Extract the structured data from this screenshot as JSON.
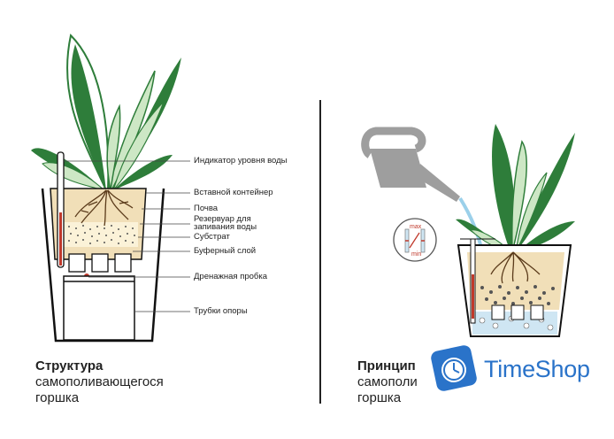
{
  "left_panel": {
    "caption_bold": "Структура",
    "caption_line2": "самополивающегося",
    "caption_line3": "горшка",
    "labels": [
      "Индикатор уровня воды",
      "Вставной контейнер",
      "Почва",
      "Резервуар для",
      "запивания воды",
      "Субстрат",
      "Буферный слой",
      "Дренажная пробка",
      "Трубки опоры"
    ]
  },
  "right_panel": {
    "caption_bold": "Принцип",
    "caption_line2": "самополи",
    "caption_line3": "горшка",
    "gauge_max": "max",
    "gauge_min": "min"
  },
  "brand": {
    "name": "TimeShop",
    "color": "#2a73c9"
  },
  "colors": {
    "leaf": "#2e7d3a",
    "leaf_light": "#cde7c5",
    "soil": "#f1dfb8",
    "water": "#cfe6f3",
    "can": "#9e9e9e"
  }
}
